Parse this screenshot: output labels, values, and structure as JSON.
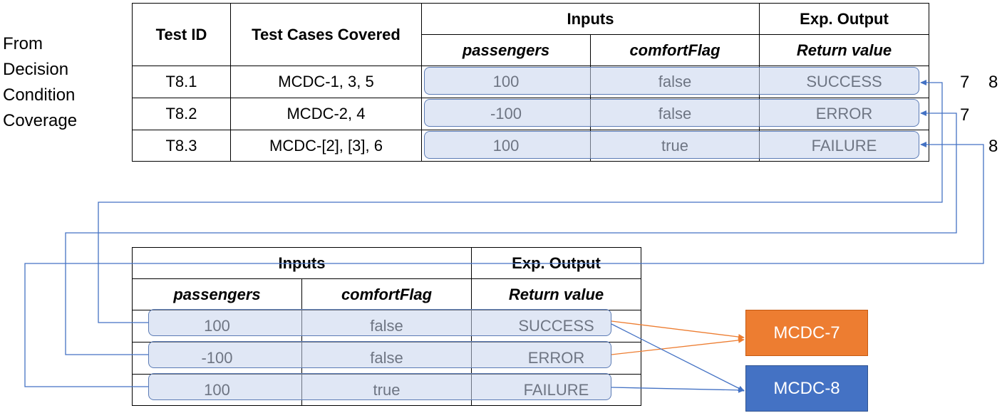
{
  "side_label": [
    "From",
    "Decision",
    "Condition",
    "Coverage"
  ],
  "top_table": {
    "headers": {
      "test_id": "Test ID",
      "test_cases": "Test Cases Covered",
      "inputs": "Inputs",
      "exp_output": "Exp. Output",
      "passengers": "passengers",
      "comfort_flag": "comfortFlag",
      "return_value": "Return value"
    },
    "rows": [
      {
        "id": "T8.1",
        "cases": "MCDC-1, 3, 5",
        "passengers": "100",
        "comfort": "false",
        "ret": "SUCCESS"
      },
      {
        "id": "T8.2",
        "cases": "MCDC-2, 4",
        "passengers": "-100",
        "comfort": "false",
        "ret": "ERROR"
      },
      {
        "id": "T8.3",
        "cases": "MCDC-[2], [3],  6",
        "passengers": "100",
        "comfort": "true",
        "ret": "FAILURE"
      }
    ]
  },
  "row_annotations": {
    "r1_a": "7",
    "r1_b": "8",
    "r2": "7",
    "r3": "8"
  },
  "bottom_table": {
    "headers": {
      "inputs": "Inputs",
      "exp_output": "Exp. Output",
      "passengers": "passengers",
      "comfort_flag": "comfortFlag",
      "return_value": "Return value"
    },
    "rows": [
      {
        "passengers": "100",
        "comfort": "false",
        "ret": "SUCCESS"
      },
      {
        "passengers": "-100",
        "comfort": "false",
        "ret": "ERROR"
      },
      {
        "passengers": "100",
        "comfort": "true",
        "ret": "FAILURE"
      }
    ]
  },
  "mcdc_boxes": {
    "mcdc7": {
      "label": "MCDC-7",
      "color": "#ed7d31"
    },
    "mcdc8": {
      "label": "MCDC-8",
      "color": "#4472c4"
    }
  },
  "colors": {
    "row_highlight": "#c6d4ed",
    "connector_blue": "#4472c4",
    "connector_orange": "#ed7d31"
  }
}
